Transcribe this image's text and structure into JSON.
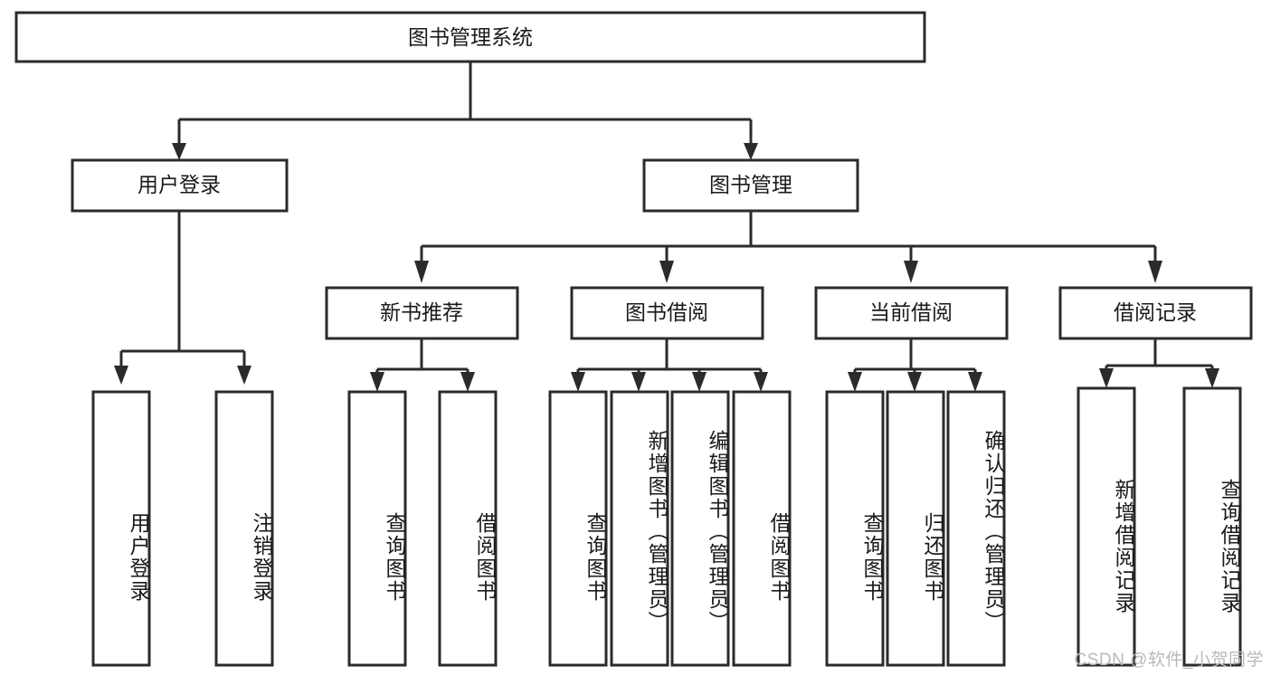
{
  "diagram": {
    "title": "图书管理系统",
    "watermark": "CSDN @软件_小贺同学",
    "colors": {
      "stroke": "#2b2b2b",
      "box_fill": "#ffffff",
      "text": "#1a1a1a",
      "background": "#ffffff",
      "watermark": "#b9b9b9"
    },
    "levels": {
      "level0": [
        {
          "id": "root",
          "label": "图书管理系统",
          "orientation": "horizontal"
        }
      ],
      "level1": [
        {
          "id": "user-login",
          "label": "用户登录",
          "orientation": "horizontal",
          "parent": "root"
        },
        {
          "id": "book-manage",
          "label": "图书管理",
          "orientation": "horizontal",
          "parent": "root"
        }
      ],
      "level2": [
        {
          "id": "new-book-recommend",
          "label": "新书推荐",
          "orientation": "horizontal",
          "parent": "book-manage"
        },
        {
          "id": "book-borrow",
          "label": "图书借阅",
          "orientation": "horizontal",
          "parent": "book-manage"
        },
        {
          "id": "current-borrow",
          "label": "当前借阅",
          "orientation": "horizontal",
          "parent": "book-manage"
        },
        {
          "id": "borrow-record",
          "label": "借阅记录",
          "orientation": "horizontal",
          "parent": "book-manage"
        }
      ],
      "level3": [
        {
          "id": "leaf-user-login",
          "label": "用户登录",
          "orientation": "vertical",
          "parent": "user-login"
        },
        {
          "id": "leaf-logout-login",
          "label": "注销登录",
          "orientation": "vertical",
          "parent": "user-login"
        },
        {
          "id": "leaf-query-book-1",
          "label": "查询图书",
          "orientation": "vertical",
          "parent": "new-book-recommend"
        },
        {
          "id": "leaf-borrow-book-1",
          "label": "借阅图书",
          "orientation": "vertical",
          "parent": "new-book-recommend"
        },
        {
          "id": "leaf-query-book-2",
          "label": "查询图书",
          "orientation": "vertical",
          "parent": "book-borrow"
        },
        {
          "id": "leaf-add-book",
          "label": "新增图书（管理员）",
          "orientation": "vertical",
          "parent": "book-borrow"
        },
        {
          "id": "leaf-edit-book",
          "label": "编辑图书（管理员）",
          "orientation": "vertical",
          "parent": "book-borrow"
        },
        {
          "id": "leaf-borrow-book-2",
          "label": "借阅图书",
          "orientation": "vertical",
          "parent": "book-borrow"
        },
        {
          "id": "leaf-query-book-3",
          "label": "查询图书",
          "orientation": "vertical",
          "parent": "current-borrow"
        },
        {
          "id": "leaf-return-book",
          "label": "归还图书",
          "orientation": "vertical",
          "parent": "current-borrow"
        },
        {
          "id": "leaf-confirm-return",
          "label": "确认归还（管理员）",
          "orientation": "vertical",
          "parent": "current-borrow"
        },
        {
          "id": "leaf-add-record",
          "label": "新增借阅记录",
          "orientation": "vertical",
          "parent": "borrow-record"
        },
        {
          "id": "leaf-query-record",
          "label": "查询借阅记录",
          "orientation": "vertical",
          "parent": "borrow-record"
        }
      ]
    }
  }
}
